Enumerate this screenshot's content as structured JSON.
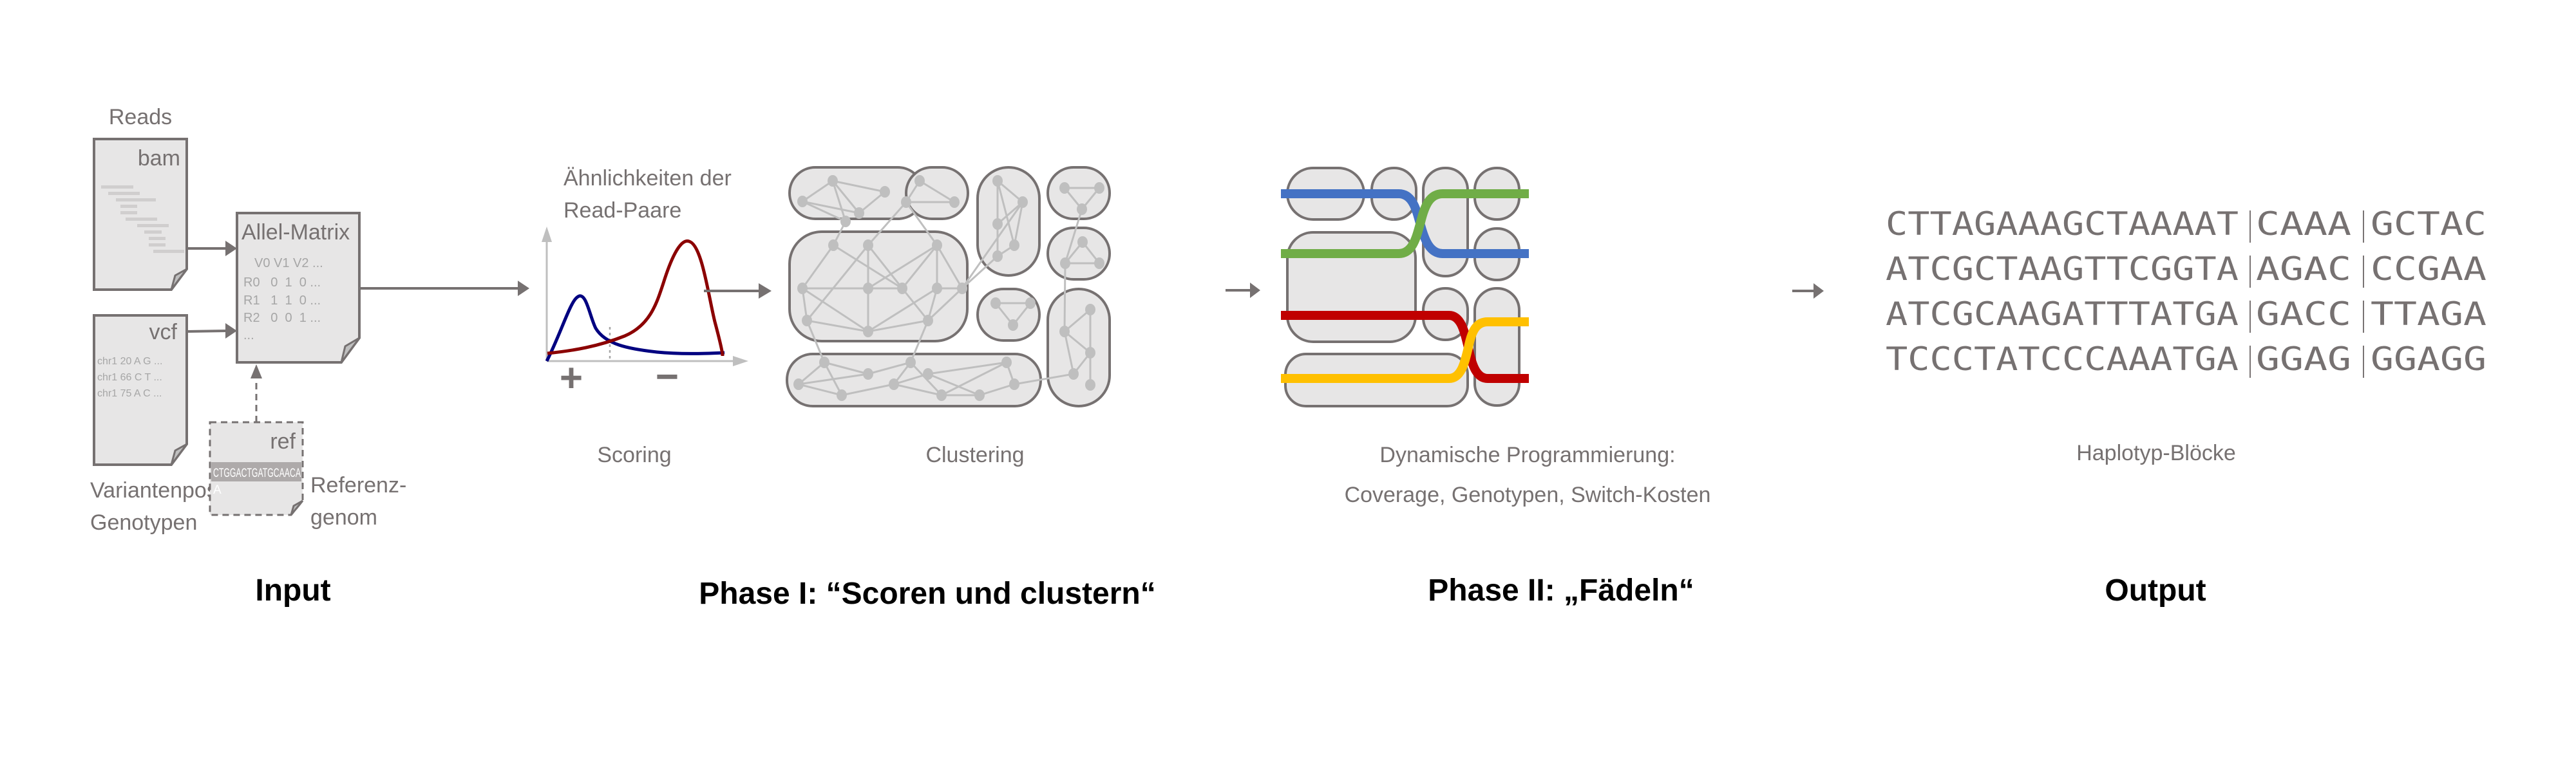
{
  "input": {
    "reads_label": "Reads",
    "bam_label": "bam",
    "vcf_label": "vcf",
    "vcf_lines": [
      "chr1 20 A G ...",
      "chr1 66 C T ...",
      "chr1 75 A C ..."
    ],
    "vcf_caption_line1": "Variantenpos.,",
    "vcf_caption_line2": "Genotypen",
    "ref_label": "ref",
    "ref_sequence": "CTGGACTGATGCAACA",
    "ref_sequence_overflow": "A",
    "ref_caption_line1": "Referenz-",
    "ref_caption_line2": "genom",
    "matrix_title": "Allel-Matrix",
    "matrix_header": "V0 V1 V2 ...",
    "matrix_rows": [
      "R0   0  1  0 ...",
      "R1   1  1  0 ...",
      "R2   0  0  1 ..."
    ],
    "matrix_ellipsis": "...",
    "section_title": "Input"
  },
  "phase1": {
    "similarity_label_line1": "Ähnlichkeiten der",
    "similarity_label_line2": "Read-Paare",
    "plus_label": "+",
    "minus_label": "−",
    "scoring_label": "Scoring",
    "clustering_label": "Clustering",
    "section_title": "Phase I: “Scoren und clustern“",
    "curve_colors": {
      "positive": "#000080",
      "negative": "#8b0000"
    }
  },
  "phase2": {
    "caption_line1": "Dynamische Programmierung:",
    "caption_line2": "Coverage, Genotypen, Switch-Kosten",
    "section_title": "Phase II: „Fädeln“",
    "thread_colors": {
      "blue": "#4472c4",
      "green": "#70ad47",
      "red": "#c00000",
      "yellow": "#ffc000"
    }
  },
  "output": {
    "haplotypes": [
      [
        "CTTAGAAAGCTAAAAT",
        "CAAA",
        "GCTAC"
      ],
      [
        "ATCGCTAAGTTCGGTA",
        "AGAC",
        "CCGAA"
      ],
      [
        "ATCGCAAGATTTATGA",
        "GACC",
        "TTAGA"
      ],
      [
        "TCCCTATCCCAAATGA",
        "GGAG",
        "GGAGG"
      ]
    ],
    "separator": "|",
    "caption": "Haplotyp-Blöcke",
    "section_title": "Output"
  }
}
